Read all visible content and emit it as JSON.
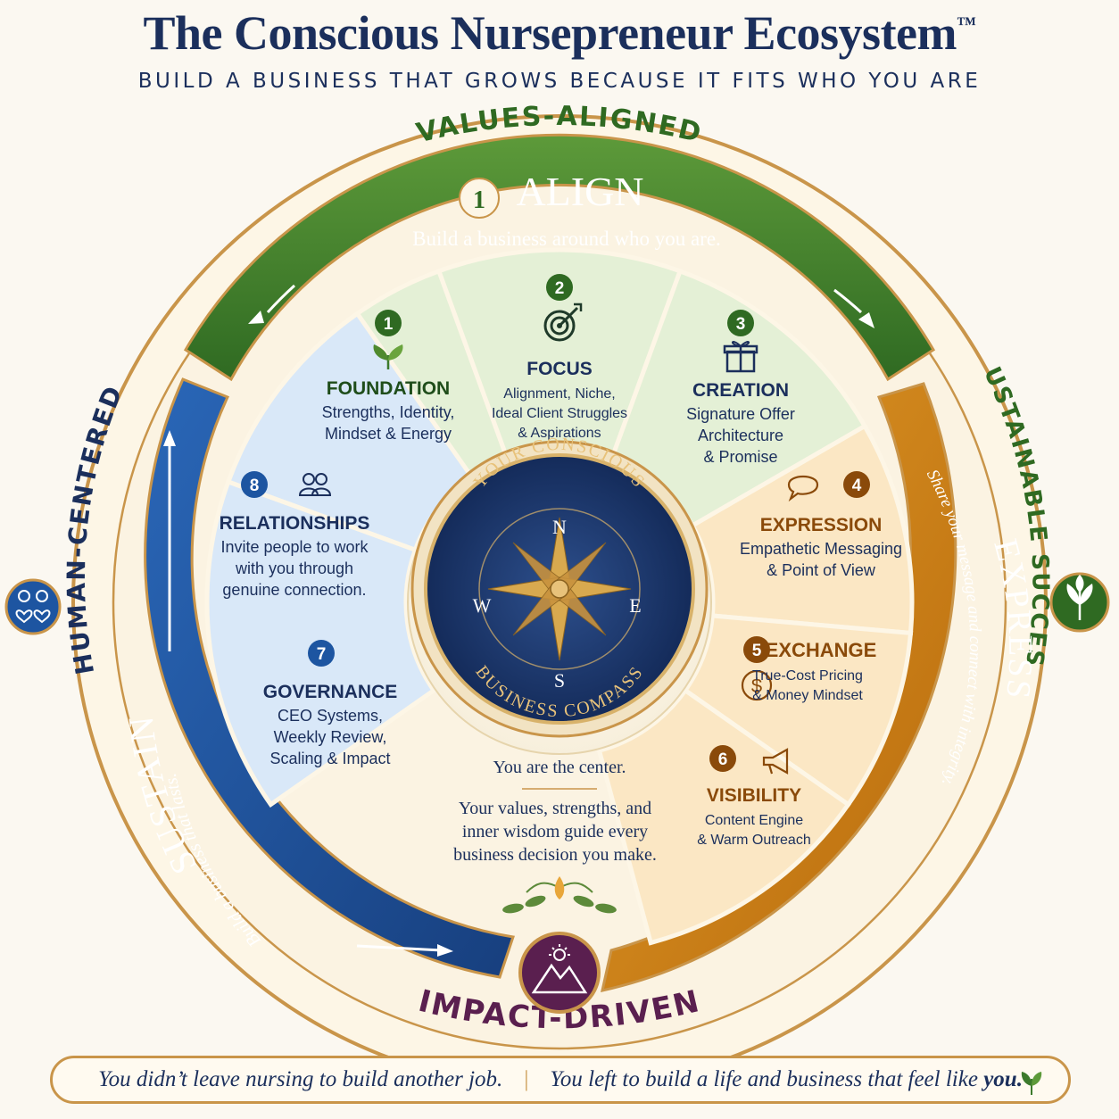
{
  "header": {
    "title": "The Conscious Nursepreneur Ecosystem",
    "trademark": "™",
    "subtitle": "BUILD A BUSINESS THAT GROWS BECAUSE IT FITS WHO YOU ARE"
  },
  "ring_labels": {
    "top": "VALUES-ALIGNED",
    "left": "HUMAN-CENTERED",
    "right": "SUSTAINABLE SUCCESS",
    "bottom": "IMPACT-DRIVEN"
  },
  "phases": {
    "align": {
      "number": "1",
      "title": "ALIGN",
      "tagline": "Build a business around who you are."
    },
    "express": {
      "title": "EXPRESS",
      "tagline": "Share your message and connect with integrity."
    },
    "sustain": {
      "title": "SUSTAIN",
      "tagline": "Build a business that lasts."
    }
  },
  "segments": [
    {
      "number": "1",
      "title": "FOUNDATION",
      "lines": [
        "Strengths, Identity,",
        "Mindset & Energy"
      ],
      "icon": "sprout-icon"
    },
    {
      "number": "2",
      "title": "FOCUS",
      "lines": [
        "Alignment, Niche,",
        "Ideal Client Struggles",
        "& Aspirations"
      ],
      "icon": "target-icon"
    },
    {
      "number": "3",
      "title": "CREATION",
      "lines": [
        "Signature Offer",
        "Architecture",
        "& Promise"
      ],
      "icon": "gift-icon"
    },
    {
      "number": "4",
      "title": "EXPRESSION",
      "lines": [
        "Empathetic Messaging",
        "& Point of View"
      ],
      "icon": "speech-bubble-icon"
    },
    {
      "number": "5",
      "title": "EXCHANGE",
      "lines": [
        "True-Cost Pricing",
        "& Money Mindset"
      ],
      "icon": "dollar-icon"
    },
    {
      "number": "6",
      "title": "VISIBILITY",
      "lines": [
        "Content Engine",
        "& Warm Outreach"
      ],
      "icon": "megaphone-icon"
    },
    {
      "number": "7",
      "title": "GOVERNANCE",
      "lines": [
        "CEO Systems,",
        "Weekly Review,",
        "Scaling & Impact"
      ],
      "icon": ""
    },
    {
      "number": "8",
      "title": "RELATIONSHIPS",
      "lines": [
        "Invite people to work",
        "with you through",
        "genuine connection."
      ],
      "icon": "people-icon"
    }
  ],
  "center": {
    "arc_top": "YOUR CONSCIOUS",
    "arc_bottom": "BUSINESS COMPASS",
    "north": "N",
    "south": "S",
    "east": "E",
    "west": "W",
    "headline": "You are the center.",
    "lines": [
      "Your values, strengths, and",
      "inner wisdom guide every",
      "business decision you make."
    ]
  },
  "footer": {
    "left": "You didn’t leave nursing to build another job.",
    "right_start": "You left to build a life and business that feel like ",
    "right_emphasis": "you."
  },
  "colors": {
    "navy": "#1b2f5c",
    "green": "#3c7a2c",
    "orange": "#c97c12",
    "blue": "#1d55a1",
    "gold": "#c9954a",
    "purple": "#5a1f4f"
  }
}
